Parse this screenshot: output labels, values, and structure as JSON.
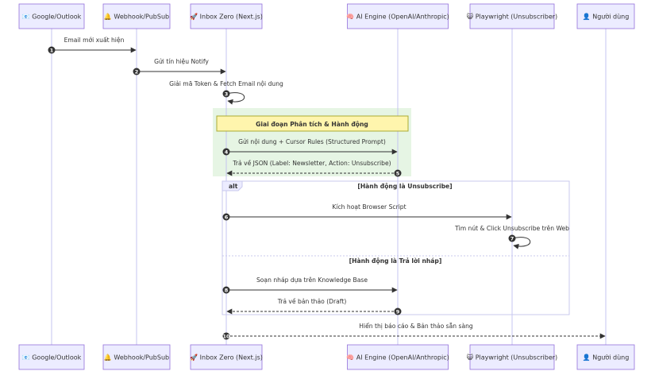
{
  "actors": [
    {
      "id": "google",
      "icon": "📧",
      "icon_name": "email-icon",
      "label": "Google/Outlook"
    },
    {
      "id": "webhook",
      "icon": "🔔",
      "icon_name": "bell-icon",
      "label": "Webhook/PubSub"
    },
    {
      "id": "inbox",
      "icon": "🚀",
      "icon_name": "rocket-icon",
      "label": "Inbox Zero (Next.js)"
    },
    {
      "id": "ai",
      "icon": "🧠",
      "icon_name": "brain-icon",
      "label": "AI Engine (OpenAI/Anthropic)"
    },
    {
      "id": "playwright",
      "icon": "😺",
      "icon_name": "cat-icon",
      "label": "Playwright (Unsubscriber)"
    },
    {
      "id": "user",
      "icon": "👤",
      "icon_name": "user-icon",
      "label": "Người dùng"
    }
  ],
  "messages": [
    {
      "num": "1",
      "from": "google",
      "to": "webhook",
      "text": "Email mới xuất hiện",
      "dashed": false
    },
    {
      "num": "2",
      "from": "webhook",
      "to": "inbox",
      "text": "Gửi tín hiệu Notify",
      "dashed": false
    },
    {
      "num": "3",
      "from": "inbox",
      "to": "inbox",
      "text": "Giải mã Token & Fetch Email nội dung",
      "dashed": false
    },
    {
      "num": "4",
      "from": "inbox",
      "to": "ai",
      "text": "Gửi nội dung + Cursor Rules (Structured Prompt)",
      "dashed": false
    },
    {
      "num": "5",
      "from": "ai",
      "to": "inbox",
      "text": "Trả về JSON (Label: Newsletter, Action: Unsubscribe)",
      "dashed": true
    },
    {
      "num": "6",
      "from": "inbox",
      "to": "playwright",
      "text": "Kích hoạt Browser Script",
      "dashed": false
    },
    {
      "num": "7",
      "from": "playwright",
      "to": "playwright",
      "text": "Tìm nút & Click Unsubscribe trên Web",
      "dashed": false
    },
    {
      "num": "8",
      "from": "inbox",
      "to": "ai",
      "text": "Soạn nháp dựa trên Knowledge Base",
      "dashed": false
    },
    {
      "num": "9",
      "from": "ai",
      "to": "inbox",
      "text": "Trả về bản thảo (Draft)",
      "dashed": true
    },
    {
      "num": "10",
      "from": "inbox",
      "to": "user",
      "text": "Hiển thị báo cáo & Bản thảo sẵn sàng",
      "dashed": true
    }
  ],
  "note": {
    "text": "Giai đoạn Phân tích & Hành động"
  },
  "alt": {
    "keyword": "alt",
    "condition1": "[Hành động là Unsubscribe]",
    "condition2": "[Hành động là Trả lời nháp]"
  },
  "colors": {
    "actor_fill": "#ececff",
    "actor_stroke": "#9370db",
    "lifeline": "#c4c4f0",
    "region_fill": "#e6f5e4",
    "note_fill": "#fff5ad",
    "note_stroke": "#aaaa33",
    "alt_stroke": "#c9c9ee",
    "arrow": "#333333"
  }
}
